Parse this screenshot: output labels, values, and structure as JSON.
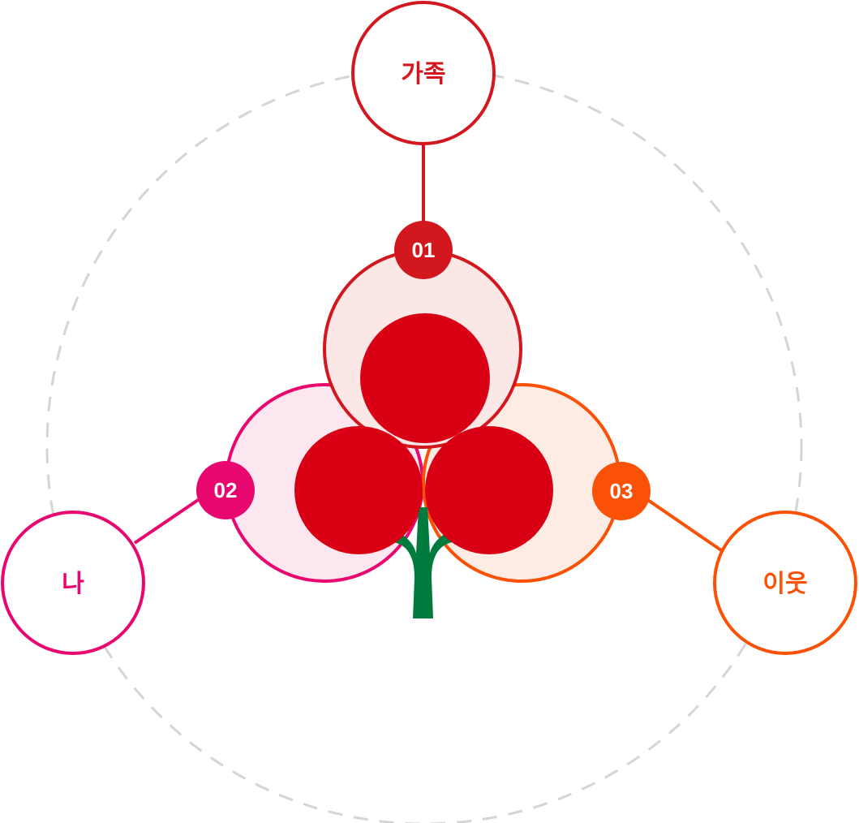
{
  "diagram": {
    "nodes": [
      {
        "id": "family",
        "number": "01",
        "label": "가족",
        "color": "#d3171e",
        "fill": "#fbe7e6"
      },
      {
        "id": "me",
        "number": "02",
        "label": "나",
        "color": "#e8076f",
        "fill": "#fce6ef"
      },
      {
        "id": "neighbor",
        "number": "03",
        "label": "이웃",
        "color": "#fa5107",
        "fill": "#fdece3"
      }
    ],
    "colors": {
      "berry": "#d90015",
      "stem": "#007a3d",
      "dashed_ring": "#d5d5d5"
    }
  }
}
